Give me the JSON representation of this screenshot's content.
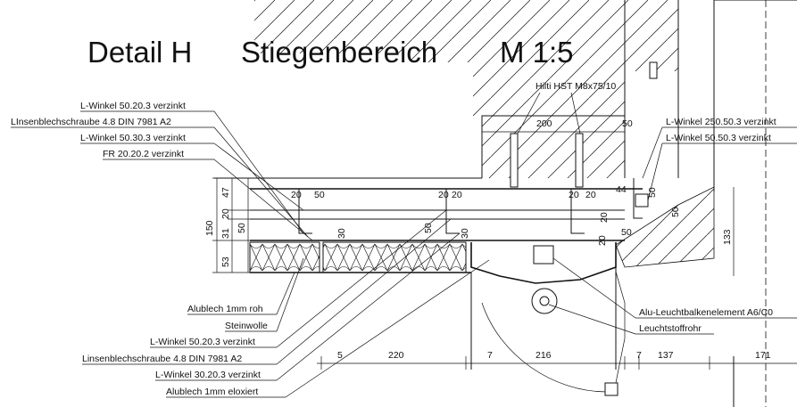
{
  "title": {
    "detail": "Detail H",
    "area": "Stiegenbereich",
    "scale": "M 1:5"
  },
  "anchor_label": "Hilti HST M8x75/10",
  "labels_left_top": [
    "L-Winkel 50.20.3 verzinkt",
    "LInsenblechschraube 4.8 DIN 7981 A2",
    "L-Winkel 50.30.3 verzinkt",
    "FR 20.20.2 verzinkt"
  ],
  "labels_left_bottom": [
    "Alublech 1mm roh",
    "Steinwolle",
    "L-Winkel 50.20.3 verzinkt",
    "Linsenblechschraube 4.8 DIN 7981 A2",
    "L-Winkel 30.20.3 verzinkt",
    "Alublech 1mm eloxiert"
  ],
  "labels_right": [
    "L-Winkel 250.50.3 verzinkt",
    "L-Winkel 50.50.3 verzinkt",
    "Alu-Leuchtbalkenelement A6/C0",
    "Leuchtstoffrohr"
  ],
  "dimensions": {
    "d200": "200",
    "d50_top": "50",
    "d44": "44",
    "d20_a": "20",
    "d50_a": "50",
    "d20_b": "20",
    "d20_c": "20",
    "d20_d": "20",
    "d20_e": "20",
    "d50_side": "50",
    "d20_right": "20",
    "d50_vert": "50",
    "d30_a": "30",
    "d50_mid": "50",
    "d30_b": "30",
    "d50_right": "50",
    "d20_vert": "20",
    "d150": "150",
    "d47": "47",
    "d20_left": "20",
    "d31": "31",
    "d50_left": "50",
    "d53": "53",
    "d133": "133",
    "d5": "5",
    "d220": "220",
    "d7_a": "7",
    "d216": "216",
    "d7_b": "7",
    "d137": "137",
    "d171": "171"
  }
}
